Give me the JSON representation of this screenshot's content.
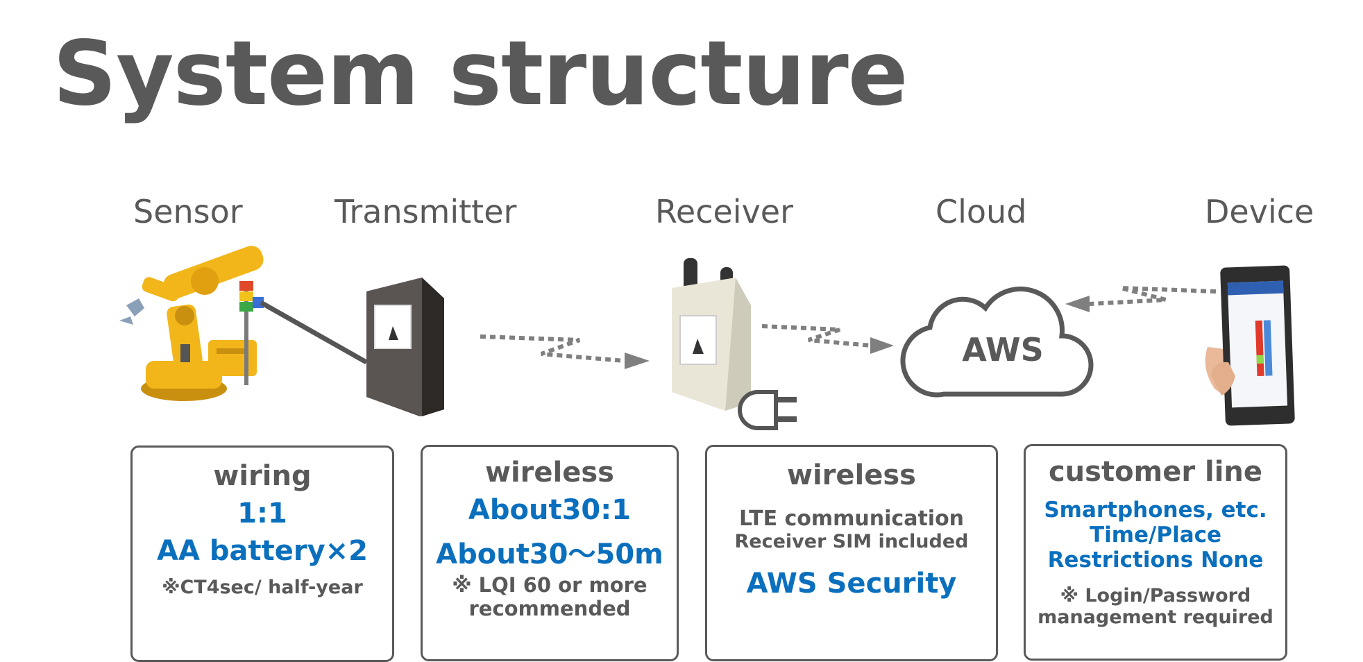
{
  "title": "System structure",
  "stages": [
    "Sensor",
    "Transmitter",
    "Receiver",
    "Cloud",
    "Device"
  ],
  "cloud_label": "AWS",
  "boxes": [
    {
      "heading": "wiring",
      "lines": [
        "1:1",
        "AA battery×2"
      ],
      "note": "※CT4sec/ half-year"
    },
    {
      "heading": "wireless",
      "lines": [
        "About30:1",
        "About30～50m"
      ],
      "note1": "※ LQI 60 or more",
      "note2": "recommended"
    },
    {
      "heading": "wireless",
      "line1": "LTE communication",
      "line2": "Receiver SIM included",
      "highlight": "AWS Security"
    },
    {
      "heading": "customer line",
      "lines": [
        "Smartphones, etc.",
        "Time/Place",
        "Restrictions None"
      ],
      "note1": "※ Login/Password",
      "note2": "management required"
    }
  ],
  "colors": {
    "text": "#595959",
    "accent": "#0a6fbd",
    "robot": "#f2b61b",
    "device": "#4a4a4a"
  }
}
